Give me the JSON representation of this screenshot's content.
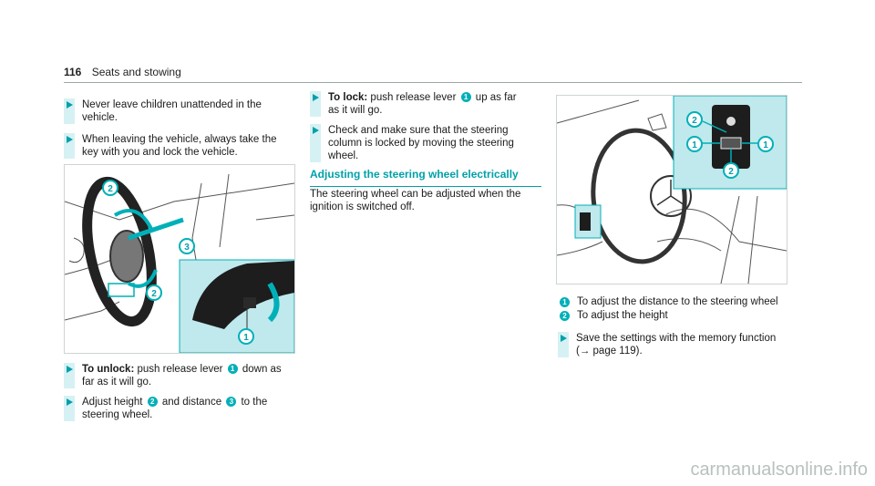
{
  "header": {
    "page_number": "116",
    "section": "Seats and stowing"
  },
  "col1": {
    "bullets": [
      "Never leave children unattended in the vehicle.",
      "When leaving the vehicle, always take the key with you and lock the vehicle."
    ],
    "unlock": {
      "lead": "To unlock:",
      "text_a": " push release lever ",
      "n1": "1",
      "text_b": " down as far as it will go."
    },
    "adjust": {
      "text_a": "Adjust height ",
      "n2": "2",
      "text_b": " and distance ",
      "n3": "3",
      "text_c": " to the steering wheel."
    },
    "figure_labels": [
      "2",
      "3",
      "2",
      "1"
    ]
  },
  "col2": {
    "lock": {
      "lead": "To lock:",
      "text_a": " push release lever ",
      "n1": "1",
      "text_b": " up as far as it will go."
    },
    "check": "Check and make sure that the steering column is locked by moving the steering wheel.",
    "heading": "Adjusting the steering wheel electrically",
    "para": "The steering wheel can be adjusted when the ignition is switched off."
  },
  "col3": {
    "figure_labels": [
      "2",
      "1",
      "1",
      "2"
    ],
    "legend": [
      {
        "n": "1",
        "text": "To adjust the distance to the steering wheel"
      },
      {
        "n": "2",
        "text": "To adjust the height"
      }
    ],
    "save": "Save the settings with the memory function (→ page 119)."
  },
  "watermark": "carmanualsonline.info",
  "colors": {
    "accent": "#00a0aa",
    "callout": "#00b0b8",
    "tint": "#bfe9ec"
  }
}
